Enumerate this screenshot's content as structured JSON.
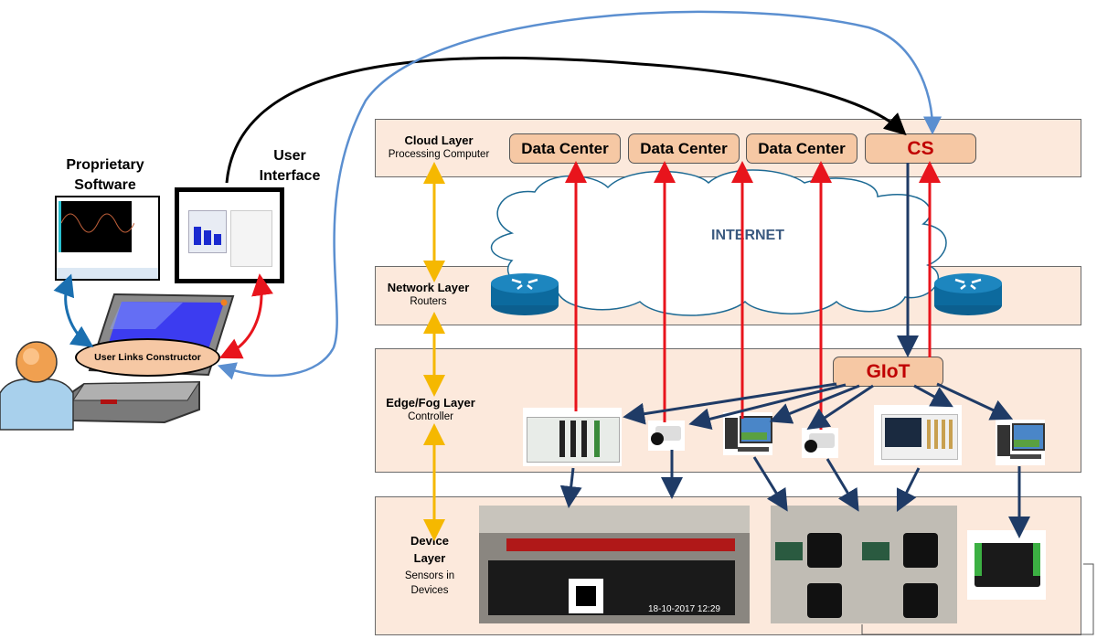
{
  "layers": {
    "cloud": {
      "title": "Cloud Layer",
      "subtitle": "Processing Computer"
    },
    "network": {
      "title": "Network Layer",
      "subtitle": "Routers"
    },
    "edge": {
      "title": "Edge/Fog Layer",
      "subtitle": "Controller"
    },
    "device": {
      "title": "Device Layer",
      "subtitle": "Sensors in Devices"
    }
  },
  "cloud_nodes": [
    "Data Center",
    "Data Center",
    "Data Center",
    "CS"
  ],
  "internet_label": "INTERNET",
  "gateway_label": "GIoT",
  "left": {
    "proprietary_label": "Proprietary Software",
    "ui_label_line1": "User",
    "ui_label_line2": "Interface",
    "constructor_label": "User Links Constructor"
  },
  "edge_devices": [
    "PLC controller",
    "IP camera",
    "Desktop PC",
    "IP camera",
    "Oscilloscope",
    "Desktop PC"
  ],
  "device_photos": [
    "Conveyor testbed",
    "Fan control testbed",
    "I/O board"
  ],
  "photo_timestamp": "18-10-2017 12:29",
  "colors": {
    "layer_fill": "#fce9dc",
    "node_fill": "#f6c8a4",
    "red_text": "#c00000",
    "arrow_red": "#e8141c",
    "arrow_navy": "#1f3b66",
    "arrow_yellow": "#f5b800",
    "arrow_blue": "#5b8fd0",
    "router_blue": "#0c6a9e"
  }
}
